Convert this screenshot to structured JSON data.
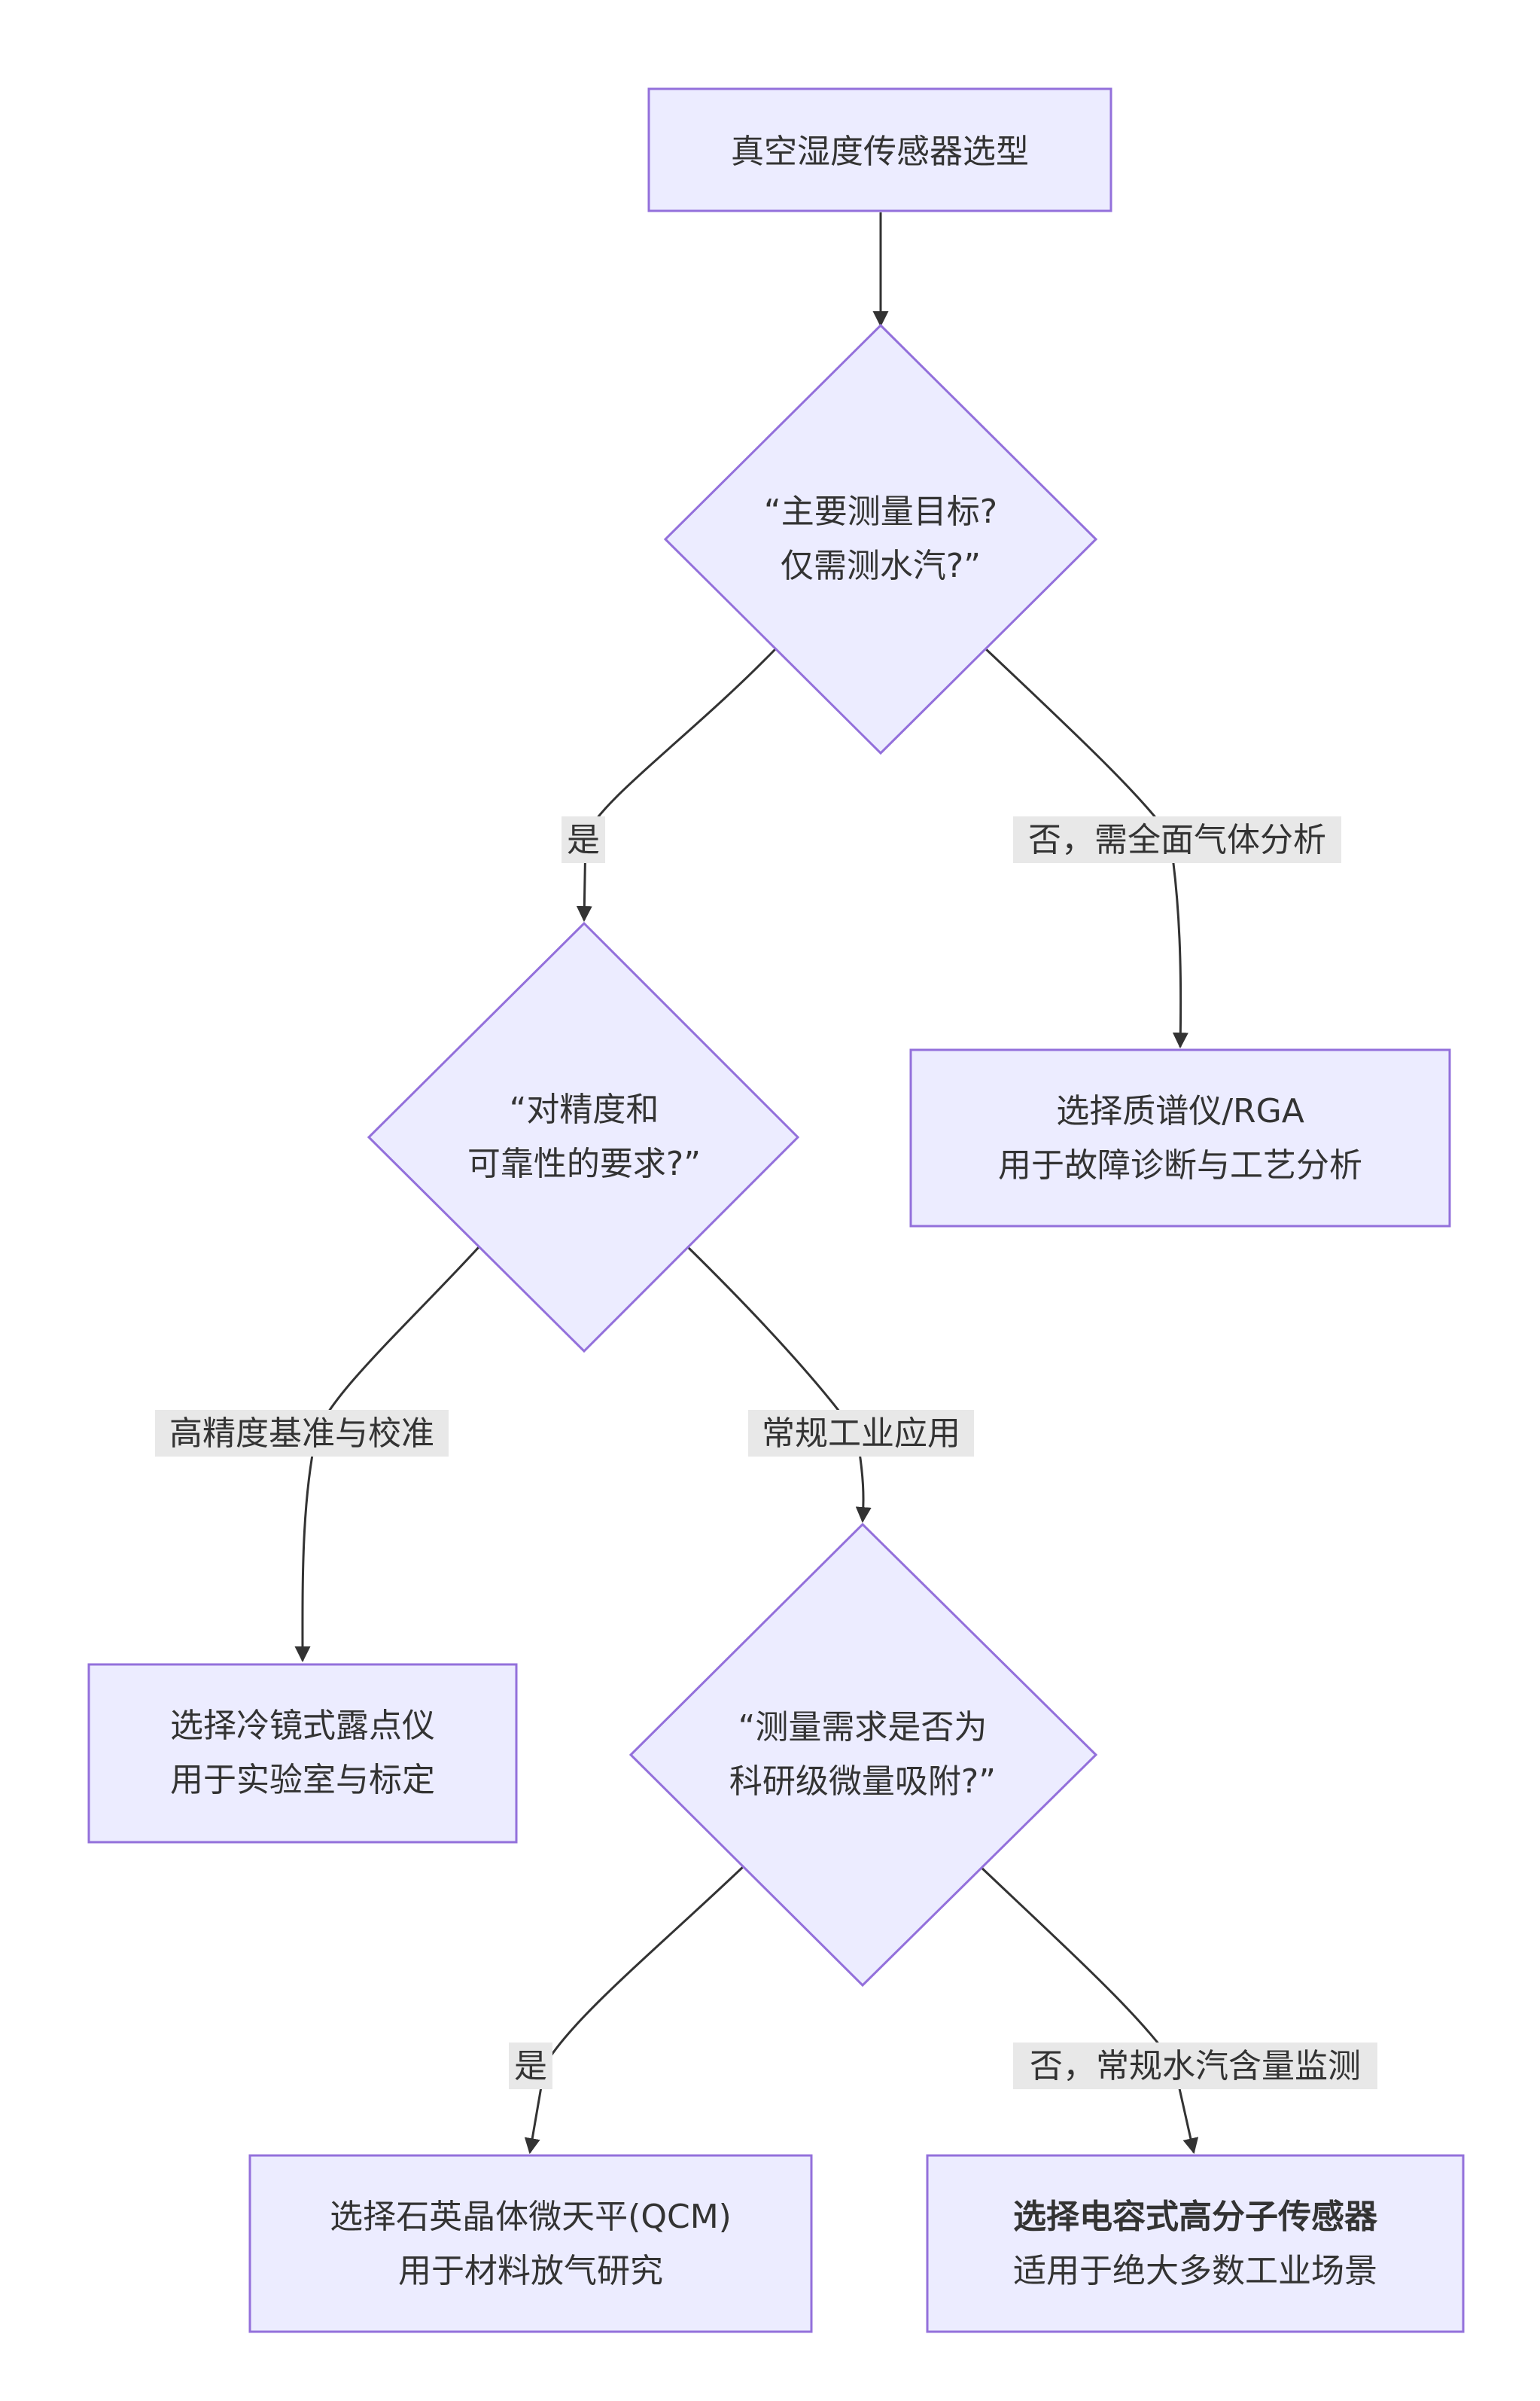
{
  "nodes": {
    "start": {
      "lines": [
        "真空湿度传感器选型"
      ]
    },
    "q_target": {
      "lines": [
        "“主要测量目标?",
        "仅需测水汽?”"
      ]
    },
    "q_precision": {
      "lines": [
        "“对精度和",
        "可靠性的要求?”"
      ]
    },
    "rga": {
      "lines": [
        "选择质谱仪/RGA",
        "用于故障诊断与工艺分析"
      ]
    },
    "chilled_mirror": {
      "lines": [
        "选择冷镜式露点仪",
        "用于实验室与标定"
      ]
    },
    "q_research": {
      "lines": [
        "“测量需求是否为",
        "科研级微量吸附?”"
      ]
    },
    "qcm": {
      "lines": [
        "选择石英晶体微天平(QCM)",
        "用于材料放气研究"
      ]
    },
    "capacitive": {
      "lines": [
        "选择电容式高分子传感器",
        "适用于绝大多数工业场景"
      ]
    }
  },
  "edges": {
    "yes_1": "是",
    "no_1": "否，需全面气体分析",
    "high_precision": "高精度基准与校准",
    "industrial": "常规工业应用",
    "yes_2": "是",
    "no_2": "否，常规水汽含量监测"
  },
  "colors": {
    "node_fill": "#ECECFF",
    "node_stroke": "#9370DB",
    "edge": "#333333",
    "label_bg": "#E8E8E8",
    "text": "#333333"
  }
}
